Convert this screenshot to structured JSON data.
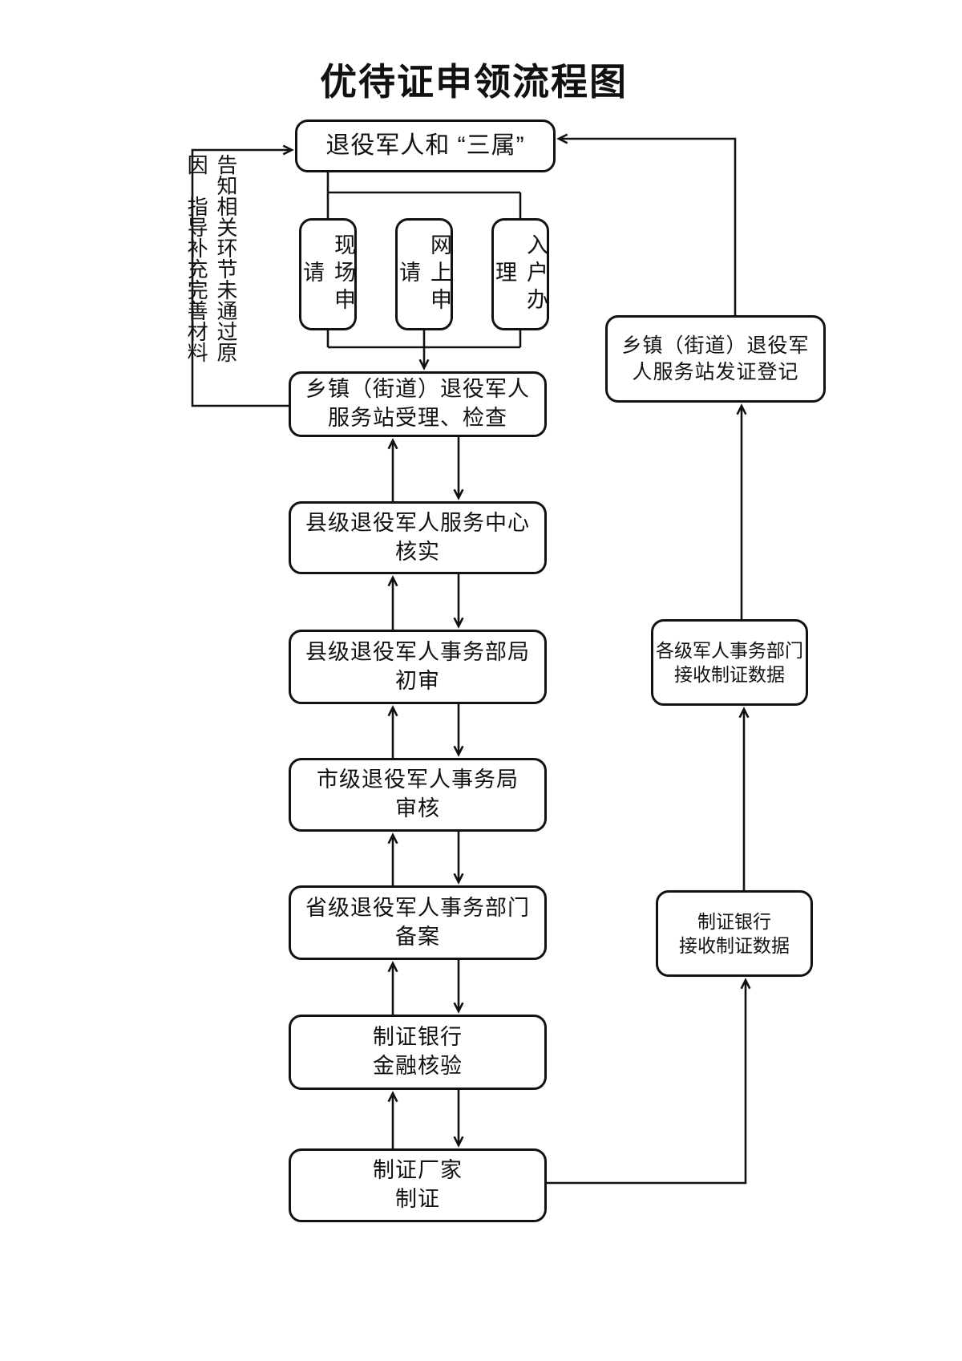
{
  "title": "优待证申领流程图",
  "colors": {
    "line": "#111111",
    "background": "#ffffff",
    "text": "#111111"
  },
  "annotation": {
    "text": "告知相关环节未通过原因　指导补充完善材料"
  },
  "nodes": {
    "applicant": {
      "label": "退役军人和 “三属”"
    },
    "method_onsite": {
      "label": "现场申请"
    },
    "method_online": {
      "label": "网上申请"
    },
    "method_door": {
      "label": "入户办理"
    },
    "town_accept": {
      "line1": "乡镇（街道）退役军人",
      "line2": "服务站受理、检查"
    },
    "county_center_verify": {
      "line1": "县级退役军人服务中心",
      "line2": "核实"
    },
    "county_bureau_review": {
      "line1": "县级退役军人事务部局",
      "line2": "初审"
    },
    "city_bureau_audit": {
      "line1": "市级退役军人事务局",
      "line2": "审核"
    },
    "province_dept_record": {
      "line1": "省级退役军人事务部门",
      "line2": "备案"
    },
    "bank_finance_check": {
      "line1": "制证银行",
      "line2": "金融核验"
    },
    "card_maker": {
      "line1": "制证厂家",
      "line2": "制证"
    },
    "town_issue_register": {
      "line1": "乡镇（街道）退役军",
      "line2": "人服务站发证登记"
    },
    "dept_receive_data": {
      "line1": "各级军人事务部门",
      "line2": "接收制证数据"
    },
    "bank_receive_data": {
      "line1": "制证银行",
      "line2": "接收制证数据"
    }
  }
}
